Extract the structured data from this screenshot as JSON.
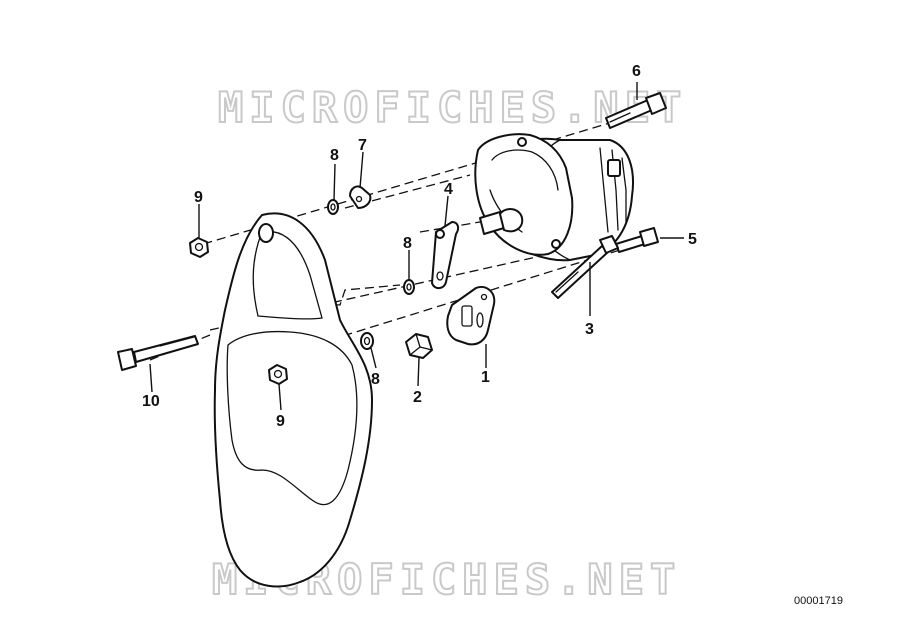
{
  "watermark": {
    "text": "MICROFICHES.NET",
    "color": "#c9c9c9"
  },
  "document_number": "00001719",
  "callouts": {
    "c1": "1",
    "c2": "2",
    "c3": "3",
    "c4": "4",
    "c5": "5",
    "c6": "6",
    "c7": "7",
    "c8a": "8",
    "c8b": "8",
    "c8c": "8",
    "c9a": "9",
    "c9b": "9",
    "c10": "10"
  },
  "colors": {
    "line": "#111111",
    "background": "#ffffff"
  }
}
